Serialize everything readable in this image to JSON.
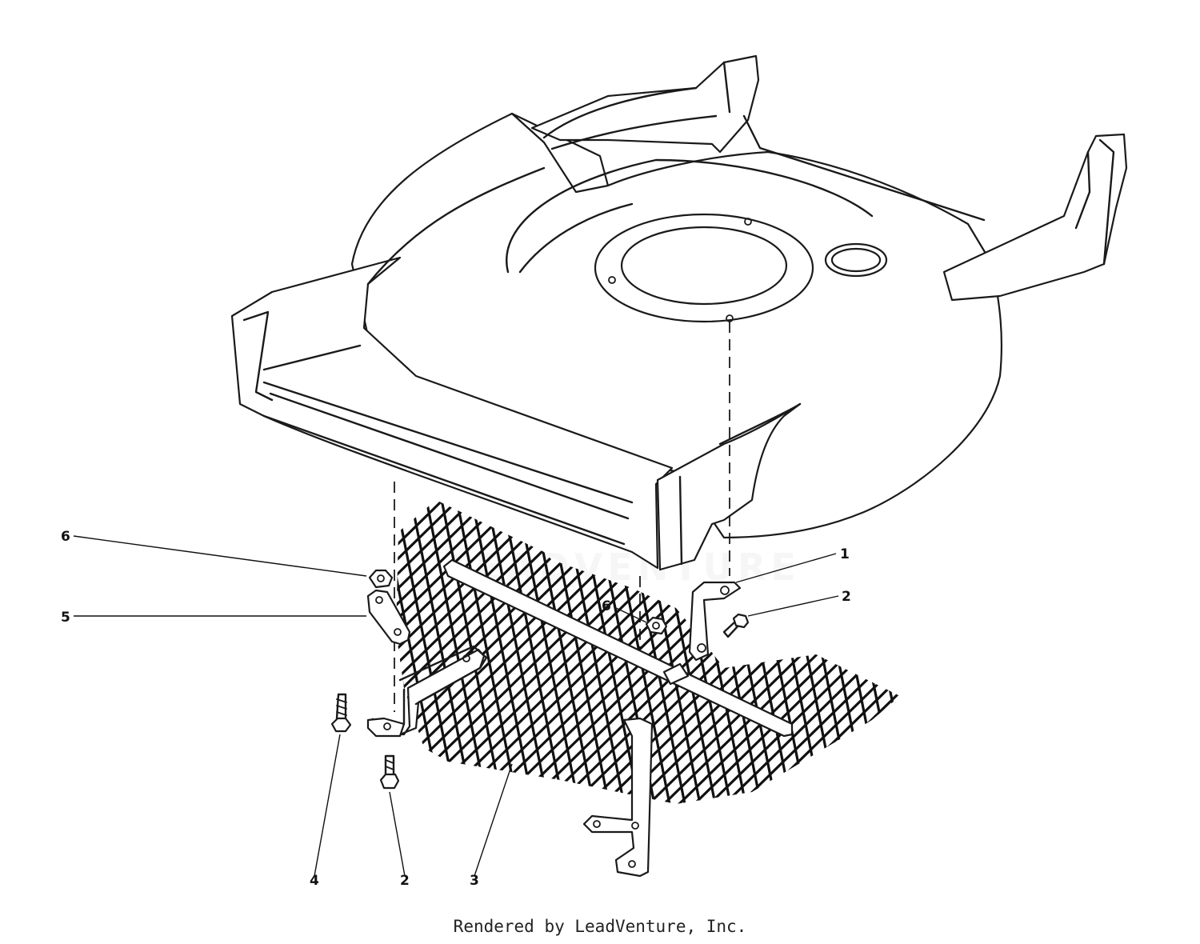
{
  "callouts": [
    {
      "id": "c6a",
      "label": "6"
    },
    {
      "id": "c5",
      "label": "5"
    },
    {
      "id": "c1",
      "label": "1"
    },
    {
      "id": "c2a",
      "label": "2"
    },
    {
      "id": "c6b",
      "label": "6"
    },
    {
      "id": "c4",
      "label": "4"
    },
    {
      "id": "c2b",
      "label": "2"
    },
    {
      "id": "c3",
      "label": "3"
    }
  ],
  "watermark": "LEADVENTURE",
  "footer": "Rendered by LeadVenture, Inc."
}
